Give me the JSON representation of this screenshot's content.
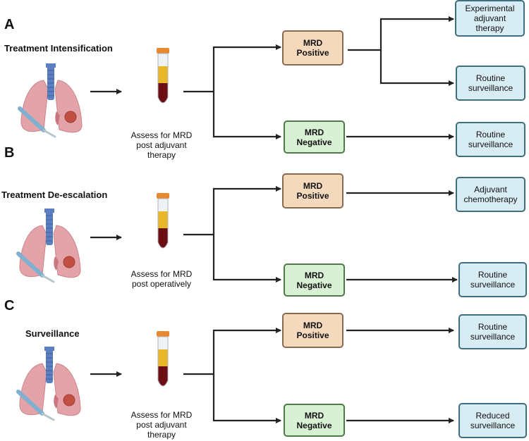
{
  "panels": [
    {
      "letter": "A",
      "title": "Treatment Intensification",
      "caption": [
        "Assess for MRD",
        "post adjuvant",
        "therapy"
      ],
      "positive": [
        "MRD",
        "Positive"
      ],
      "negative": [
        "MRD",
        "Negative"
      ],
      "positive_outcomes": [
        [
          "Experimental",
          "adjuvant",
          "therapy"
        ],
        [
          "Routine",
          "surveillance"
        ]
      ],
      "negative_outcomes": [
        [
          "Routine",
          "surveillance"
        ]
      ]
    },
    {
      "letter": "B",
      "title": "Treatment De-escalation",
      "caption": [
        "Assess for MRD",
        "post operatively"
      ],
      "positive": [
        "MRD",
        "Positive"
      ],
      "negative": [
        "MRD",
        "Negative"
      ],
      "positive_outcomes": [
        [
          "Adjuvant",
          "chemotherapy"
        ]
      ],
      "negative_outcomes": [
        [
          "Routine",
          "surveillance"
        ]
      ]
    },
    {
      "letter": "C",
      "title": "Surveillance",
      "caption": [
        "Assess for MRD",
        "post adjuvant",
        "therapy"
      ],
      "positive": [
        "MRD",
        "Positive"
      ],
      "negative": [
        "MRD",
        "Negative"
      ],
      "positive_outcomes": [
        [
          "Routine",
          "surveillance"
        ]
      ],
      "negative_outcomes": [
        [
          "Reduced",
          "surveillance"
        ]
      ]
    }
  ],
  "icons": {
    "organ": "lungs-with-tumor-and-scalpel-icon",
    "sample": "blood-sample-tube-icon"
  },
  "colors": {
    "positive_fill": "#f5d9bd",
    "negative_fill": "#d8f0d3",
    "outcome_fill": "#d8ecf4",
    "arrow": "#222222"
  }
}
